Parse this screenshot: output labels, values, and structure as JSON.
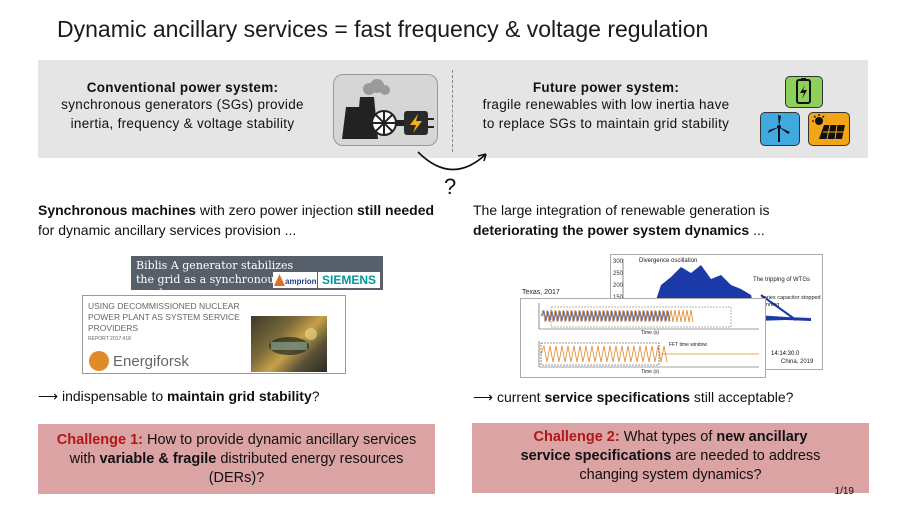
{
  "title": "Dynamic ancillary services = fast frequency & voltage regulation",
  "banner": {
    "left_heading": "Conventional power system:",
    "left_line1": "synchronous generators (SGs) provide",
    "left_line2": "inertia, frequency & voltage stability",
    "right_heading": "Future power system:",
    "right_line1": "fragile renewables with low inertia have",
    "right_line2": "to replace SGs to maintain grid stability",
    "question_mark": "?"
  },
  "left": {
    "p_bold1": "Synchronous machines",
    "p_text1": " with zero power injection ",
    "p_bold2": "still needed",
    "p_text2": " for dynamic ancillary services provision ...",
    "news_text": "Biblis A generator stabilizes the grid as a synchronous condenser",
    "logo_amprion": "amprion",
    "logo_siemens": "SIEMENS",
    "report_title": "USING DECOMMISSIONED NUCLEAR POWER PLANT AS SYSTEM SERVICE PROVIDERS",
    "report_number": "REPORT 2017:418",
    "report_brand": "Energiforsk",
    "arrow": "⟶",
    "concl_text": " indispensable to ",
    "concl_bold": "maintain grid stability",
    "concl_end": "?",
    "challenge_label": "Challenge 1:",
    "challenge_t1": " How to provide dynamic ancillary services with ",
    "challenge_bold": "variable & fragile",
    "challenge_t2": " distributed energy resources (DERs)?"
  },
  "right": {
    "p_text1": "The large integration of renewable generation is ",
    "p_bold": "deteriorating the power system dynamics",
    "p_text2": " ...",
    "chart_label_texas": "Texas, 2017",
    "chart_label_china": "China, 2019",
    "chart_annot_divergence": "Divergence oscillation",
    "chart_annot_tripping": "The tripping of WTGs",
    "chart_annot_series": "series capacitor stopped running",
    "chart_annot_fft": "FFT time window",
    "chart_xlabel": "Time (s)",
    "arrow": "⟶",
    "concl_text": " current ",
    "concl_bold": "service specifications",
    "concl_end": " still acceptable?",
    "challenge_label": "Challenge 2:",
    "challenge_t1": " What types of ",
    "challenge_bold": "new ancillary service specifications",
    "challenge_t2": " are needed to address changing system dynamics?"
  },
  "page_number": "1/19",
  "colors": {
    "challenge_bg": "#dba3a3",
    "challenge_label": "#b01818",
    "banner_bg": "#e5e5e5",
    "battery_tile": "#8dd15a",
    "wind_tile": "#3fa9e0",
    "solar_tile": "#f2a516"
  },
  "icons": [
    "power-plant-icon",
    "turbine-icon",
    "lightning-icon",
    "battery-icon",
    "wind-turbine-icon",
    "solar-panel-icon"
  ]
}
